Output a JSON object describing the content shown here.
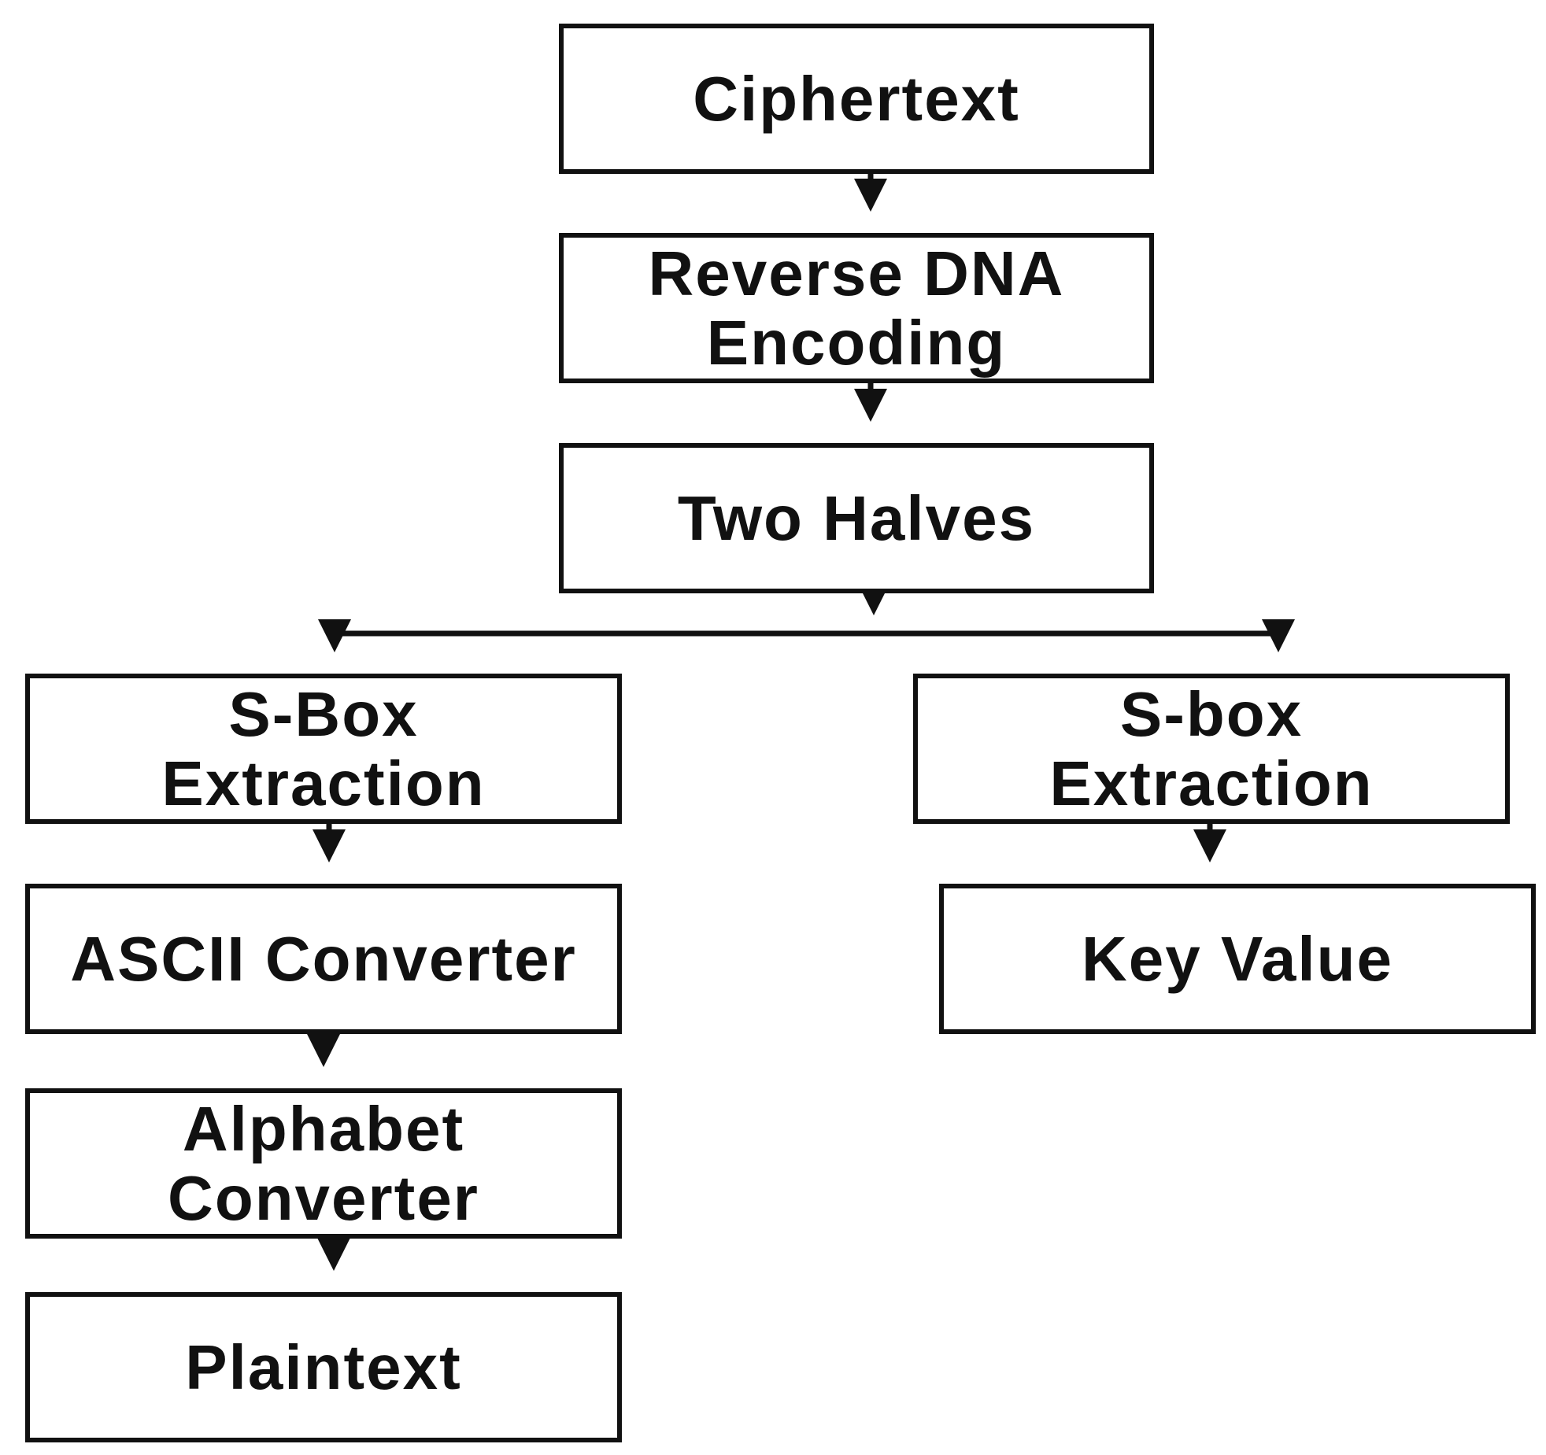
{
  "nodes": {
    "ciphertext": "Ciphertext",
    "reverse_dna_line1": "Reverse DNA",
    "reverse_dna_line2": "Encoding",
    "two_halves": "Two Halves",
    "sbox_left_line1": "S-Box",
    "sbox_left_line2": "Extraction",
    "sbox_right_line1": "S-box",
    "sbox_right_line2": "Extraction",
    "ascii_converter": "ASCII Converter",
    "key_value": "Key Value",
    "alphabet_line1": "Alphabet",
    "alphabet_line2": "Converter",
    "plaintext": "Plaintext"
  },
  "colors": {
    "stroke": "#111111",
    "background": "#ffffff"
  }
}
